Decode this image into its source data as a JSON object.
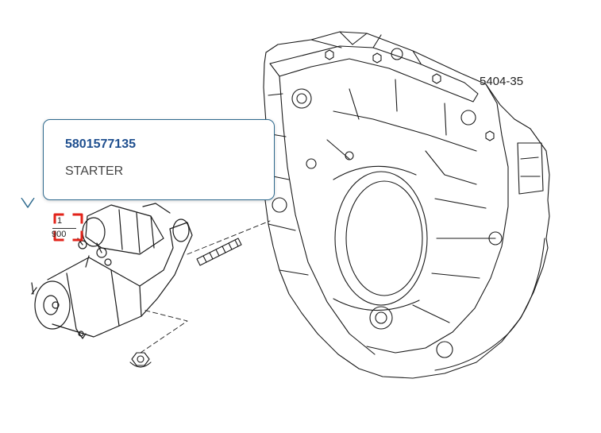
{
  "diagram": {
    "reference_code": "5404-35"
  },
  "tooltip": {
    "part_number": "5801577135",
    "part_name": "STARTER"
  },
  "callout": {
    "index": "1",
    "quantity": "900"
  },
  "colors": {
    "part_number_text": "#1f4f8f",
    "tooltip_border": "#2e6a8e",
    "callout_highlight": "#e2231a",
    "line_art": "#1a1a1a"
  },
  "icons": {
    "callout_marker": "highlight-bracket-icon"
  }
}
